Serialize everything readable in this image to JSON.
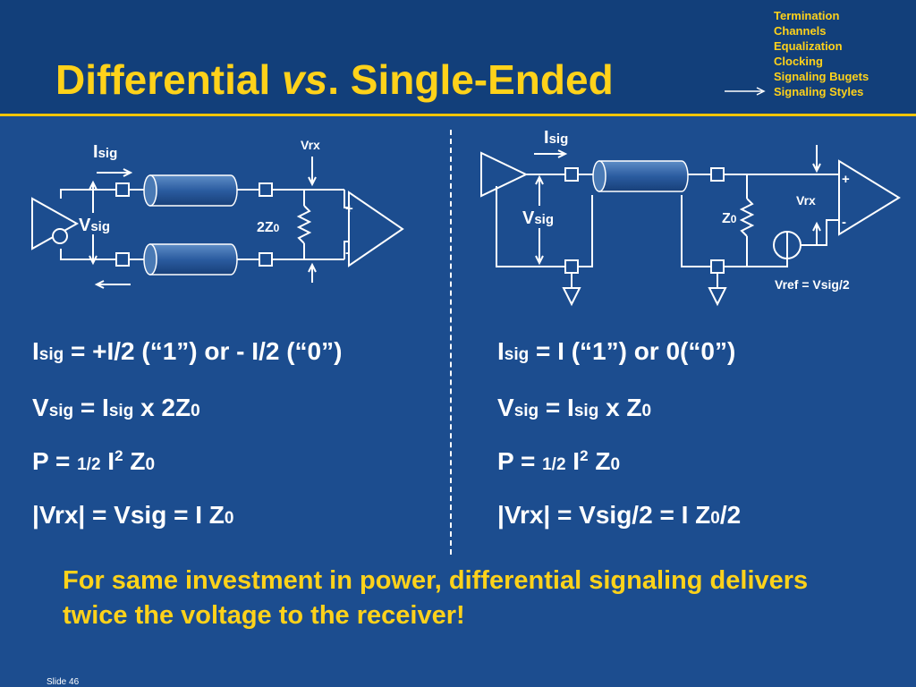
{
  "title": {
    "pre": "Differential ",
    "emph": "vs",
    "post": ". Single-Ended"
  },
  "agenda": {
    "items": [
      "Termination",
      "Channels",
      "Equalization",
      "Clocking",
      "Signaling Bugets",
      "Signaling Styles"
    ],
    "current": "Signaling Styles"
  },
  "diagram": {
    "diff": {
      "isig": {
        "main": "I",
        "sub": "sig"
      },
      "vsig": {
        "main": "V",
        "sub": "sig"
      },
      "vrx": "Vrx",
      "term": {
        "main": "2Z",
        "sub": "0"
      },
      "plus": "+",
      "minus": "-"
    },
    "single": {
      "isig": {
        "main": "I",
        "sub": "sig"
      },
      "vsig": {
        "main": "V",
        "sub": "sig"
      },
      "vrx": "Vrx",
      "term": {
        "main": "Z",
        "sub": "0"
      },
      "plus": "+",
      "minus": "-",
      "vref": "Vref = Vsig/2"
    }
  },
  "equations": {
    "diff": {
      "isig": {
        "I": "I",
        "sig": "sig",
        "rest": " = +I/2 (“1”) or - I/2 (“0”)"
      },
      "vsig": {
        "V": "V",
        "sig": "sig",
        "eq": " = I",
        "sig2": "sig",
        "rest": " x 2Z",
        "z0": "0"
      },
      "power": {
        "a": "P = ",
        "half": "1/2",
        "b": " I",
        "sup": "2",
        "c": " Z",
        "z0": "0"
      },
      "vrx": {
        "a": "|Vrx| = Vsig = I Z",
        "z0": "0"
      }
    },
    "single": {
      "isig": {
        "I": "I",
        "sig": "sig",
        "rest": " = I (“1”) or 0(“0”)"
      },
      "vsig": {
        "V": "V",
        "sig": "sig",
        "eq": " = I",
        "sig2": "sig",
        "rest": " x Z",
        "z0": "0"
      },
      "power": {
        "a": "P = ",
        "half": "1/2",
        "b": " I",
        "sup": "2",
        "c": " Z",
        "z0": "0"
      },
      "vrx": {
        "a": "|Vrx| = Vsig/2 = I Z",
        "z0": "0",
        "b": "/2"
      }
    }
  },
  "callout": "For same investment in power, differential signaling delivers twice the voltage to the receiver!",
  "footer": {
    "slide": "Slide 46"
  },
  "colors": {
    "background": "#1c4d8f",
    "header": "#123f7a",
    "accent": "#ffd21a"
  }
}
